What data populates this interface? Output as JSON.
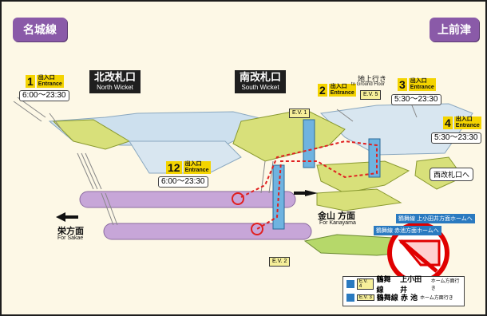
{
  "header": {
    "line_name": "名城線",
    "next_station": "上前津"
  },
  "entrances": [
    {
      "number": "1",
      "label_jp": "出入口",
      "label_en": "Entrance",
      "hours": "6:00～23:30"
    },
    {
      "number": "2",
      "label_jp": "出入口",
      "label_en": "Entrance"
    },
    {
      "number": "3",
      "label_jp": "出入口",
      "label_en": "Entrance",
      "hours": "5:30～23:30"
    },
    {
      "number": "4",
      "label_jp": "出入口",
      "label_en": "Entrance",
      "hours": "5:30～23:30"
    },
    {
      "number": "12",
      "label_jp": "出入口",
      "label_en": "Entrance",
      "hours": "6:00～23:30"
    }
  ],
  "wickets": {
    "north": {
      "jp": "北改札口",
      "en": "North Wicket"
    },
    "south": {
      "jp": "南改札口",
      "en": "South Wicket"
    },
    "west_sign": "西改札口へ"
  },
  "ground": {
    "jp": "地上行き",
    "en": "to Ground Floor"
  },
  "elevators": {
    "ev1": "E.V. 1",
    "ev2": "E.V. 2",
    "ev5": "E.V. 5"
  },
  "directions": {
    "sakae": {
      "jp": "栄方面",
      "en": "For Sakae"
    },
    "kanayama": {
      "jp": "金山 方面",
      "en": "For Kanayama"
    },
    "tsurumai_kamiotai": "鶴舞線 上小田井方面ホームへ",
    "tsurumai_akaike": "鶴舞線 赤池方面ホームへ"
  },
  "legend": [
    {
      "tag": "E.V. 4",
      "line": "鶴舞線",
      "dest": "上小田井",
      "suffix": "ホーム方面行き"
    },
    {
      "tag": "E.V. 3",
      "line": "鶴舞線",
      "dest": "赤 池",
      "suffix": "ホーム方面行き"
    }
  ],
  "colors": {
    "header_bg": "#8a5aa8",
    "concourse": "#cde0ee",
    "wicket_zone": "#d8e07a",
    "platform": "#c7a6d8",
    "route_line": "#e02020",
    "no_entry": "#e00000"
  }
}
